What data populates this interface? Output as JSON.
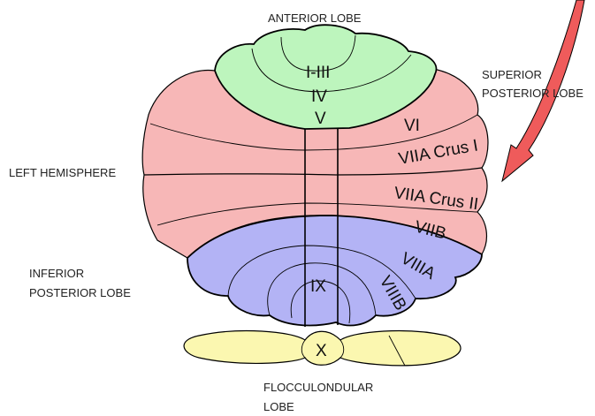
{
  "labels": {
    "anterior_lobe": "ANTERIOR LOBE",
    "superior_posterior_line1": "SUPERIOR",
    "superior_posterior_line2": "POSTERIOR LOBE",
    "left_hemisphere": "LEFT HEMISPHERE",
    "inferior_posterior_line1": "INFERIOR",
    "inferior_posterior_line2": "POSTERIOR LOBE",
    "flocculonodular_line1": "FLOCCULONDULAR",
    "flocculonodular_line2": "LOBE"
  },
  "regions": {
    "i_iii": "I-III",
    "iv": "IV",
    "v": "V",
    "vi": "VI",
    "viia_crus_i": "VIIA Crus I",
    "viia_crus_ii": "VIIA Crus II",
    "viib": "VIIB",
    "viiia": "VIIIA",
    "viiib": "VIIIB",
    "ix": "IX",
    "x": "X"
  },
  "colors": {
    "anterior_fill": "#bdf5bd",
    "superior_fill": "#f7b7b7",
    "inferior_fill": "#b3b3f5",
    "floccular_fill": "#fbf7b0",
    "arrow_fill": "#ef5b5b",
    "outline": "#000000"
  }
}
